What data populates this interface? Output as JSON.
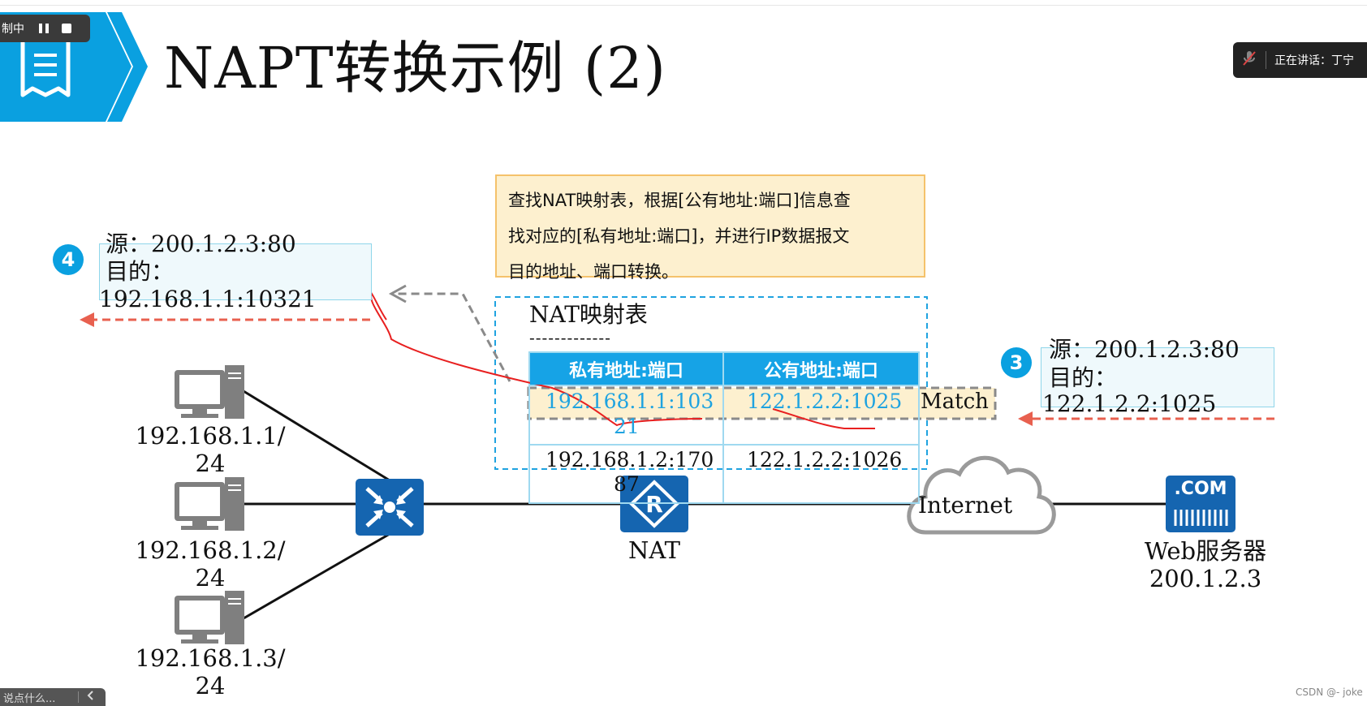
{
  "toolbar": {
    "recording_label": "制中",
    "pause_icon": "pause-icon",
    "stop_icon": "stop-icon"
  },
  "speaking": {
    "label": "正在讲话：丁宁",
    "mic_icon": "mic-muted-icon"
  },
  "slide": {
    "title": "NAPT转换示例 (2)",
    "header_icon": "document-icon",
    "accent_color": "#0aa0e0",
    "note_lines": [
      "查找NAT映射表，根据[公有地址:端口]信息查",
      "找对应的[私有地址:端口]，并进行IP数据报文",
      "目的地址、端口转换。"
    ],
    "packet_left": {
      "step": "4",
      "src": "源：200.1.2.3:80",
      "dst_label": "目的：",
      "dst": "192.168.1.1:10321"
    },
    "packet_right": {
      "step": "3",
      "src": "源：200.1.2.3:80",
      "dst_label": "目的：",
      "dst": "122.1.2.2:1025"
    },
    "nat_table": {
      "title": "NAT映射表",
      "separator": "-------------",
      "headers": [
        "私有地址:端口",
        "公有地址:端口"
      ],
      "rows": [
        {
          "private_a": "192.168.1.1:103",
          "private_b": "21",
          "public": "122.1.2.2:1025"
        },
        {
          "private_a": "192.168.1.2:170",
          "private_b": "87",
          "public": "122.1.2.2:1026"
        }
      ],
      "match_label": "Match"
    },
    "hosts": [
      {
        "line1": "192.168.1.1/",
        "line2": "24",
        "icon": "computer-icon"
      },
      {
        "line1": "192.168.1.2/",
        "line2": "24",
        "icon": "computer-icon"
      },
      {
        "line1": "192.168.1.3/",
        "line2": "24",
        "icon": "computer-icon"
      }
    ],
    "switch_icon": "switch-icon",
    "router": {
      "label": "NAT",
      "icon": "router-icon"
    },
    "internet": {
      "label": "Internet",
      "icon": "cloud-icon"
    },
    "server": {
      "line1": "Web服务器",
      "line2": "200.1.2.3",
      "badge": ".COM",
      "icon": "server-icon"
    }
  },
  "footer": {
    "chat_placeholder": "说点什么...",
    "collapse_icon": "chevron-left-icon",
    "watermark": "CSDN @- joke"
  }
}
